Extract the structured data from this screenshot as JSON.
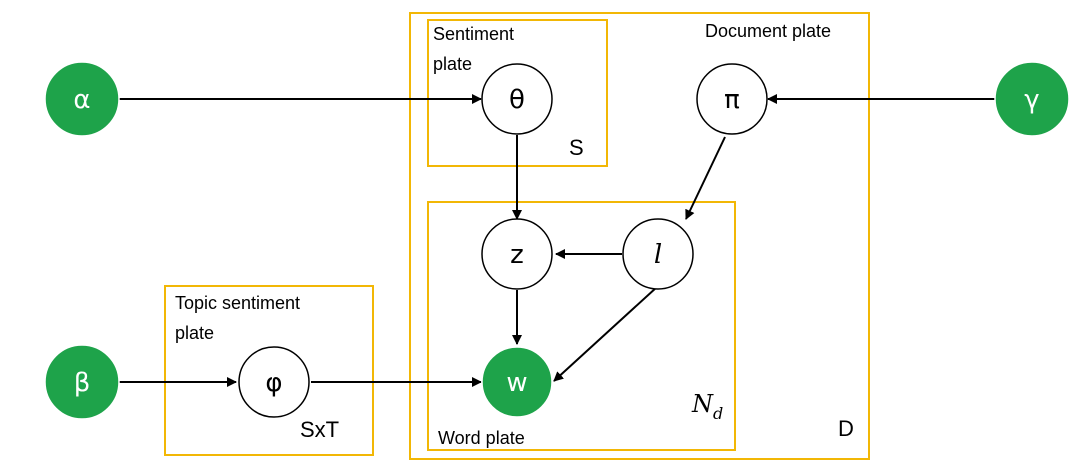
{
  "nodes": {
    "alpha": "α",
    "beta": "β",
    "gamma": "γ",
    "theta": "θ",
    "pi": "π",
    "z": "z",
    "l": "l",
    "w": "w",
    "phi": "φ"
  },
  "plates": {
    "sentiment": {
      "label_line1": "Sentiment",
      "label_line2": "plate",
      "index": "S"
    },
    "document": {
      "label": "Document plate",
      "index": "D"
    },
    "word": {
      "label": "Word plate",
      "index_base": "N",
      "index_sub": "d"
    },
    "topic_sentiment": {
      "label_line1": "Topic sentiment",
      "label_line2": "plate",
      "index": "SxT"
    }
  },
  "colors": {
    "plate_border": "#f2b705",
    "observed_node": "#1ea34a",
    "latent_node": "#ffffff"
  }
}
